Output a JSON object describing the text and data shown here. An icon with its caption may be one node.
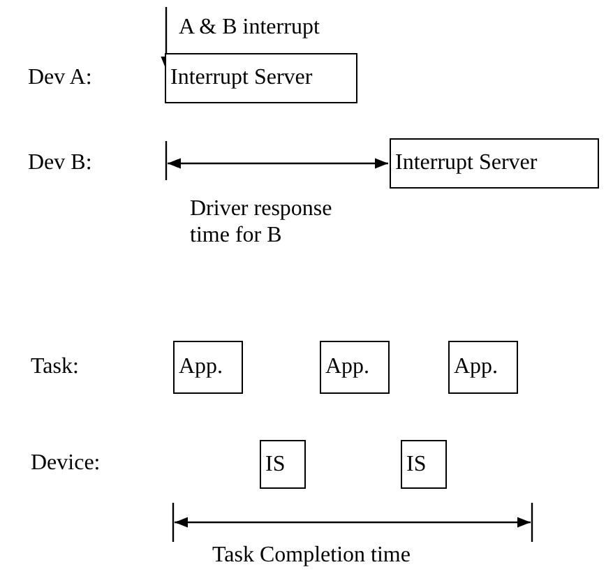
{
  "diagram": {
    "nodes": [
      {
        "text": [
          "Interrupt Server"
        ]
      },
      {
        "text": [
          "Interrupt Server"
        ]
      },
      {
        "text": [
          "App."
        ]
      },
      {
        "text": [
          "App."
        ]
      },
      {
        "text": [
          "App."
        ]
      },
      {
        "text": [
          "IS"
        ]
      },
      {
        "text": [
          "IS"
        ]
      }
    ],
    "labels": [
      "A & B interrupt",
      "Dev A:",
      "Dev B:",
      "Driver response time for B",
      "Task:",
      "Device:",
      "Task Completion time"
    ]
  }
}
